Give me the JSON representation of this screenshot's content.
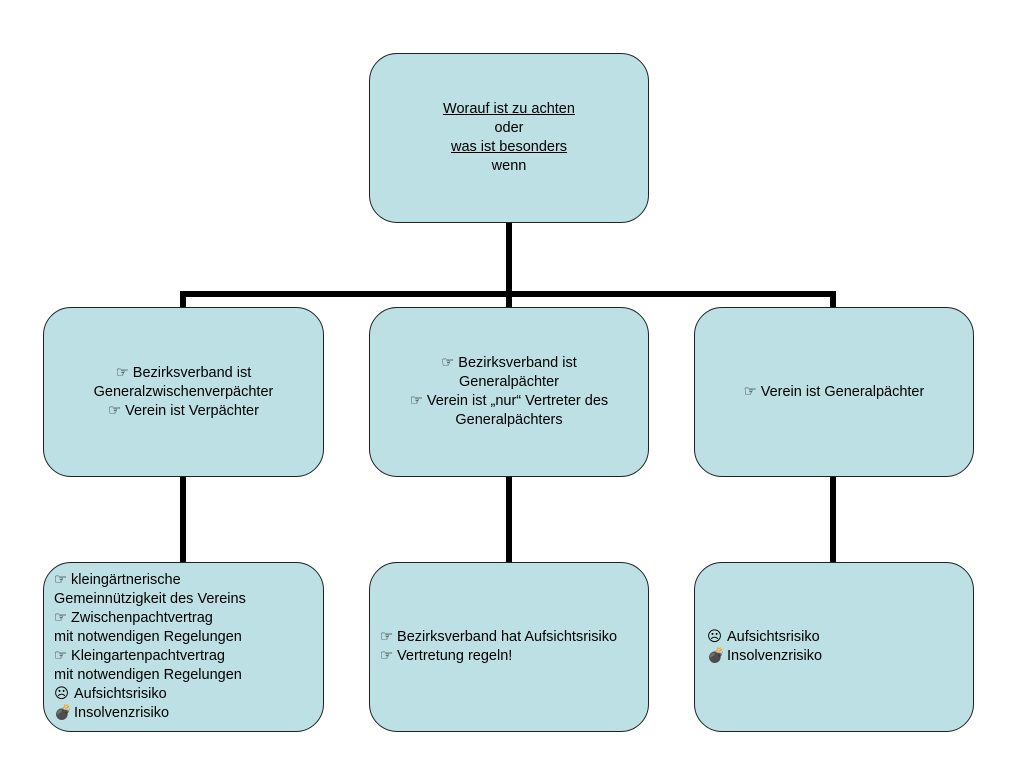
{
  "root": {
    "lines": [
      "Worauf ist zu achten",
      "oder",
      "was ist besonders",
      "wenn"
    ]
  },
  "level1": [
    {
      "lines": [
        {
          "icon": "☞",
          "icon_name": "pointing-hand-icon",
          "text": "Bezirksverband ist"
        },
        {
          "icon": "",
          "icon_name": "",
          "text": "Generalzwischenverpächter"
        },
        {
          "icon": "☞",
          "icon_name": "pointing-hand-icon",
          "text": "Verein ist Verpächter"
        }
      ]
    },
    {
      "lines": [
        {
          "icon": "☞",
          "icon_name": "pointing-hand-icon",
          "text": "Bezirksverband ist"
        },
        {
          "icon": "",
          "icon_name": "",
          "text": "Generalpächter"
        },
        {
          "icon": "☞",
          "icon_name": "pointing-hand-icon",
          "text": "Verein ist „nur“ Vertreter des"
        },
        {
          "icon": "",
          "icon_name": "",
          "text": "Generalpächters"
        }
      ]
    },
    {
      "lines": [
        {
          "icon": "☞",
          "icon_name": "pointing-hand-icon",
          "text": "Verein ist Generalpächter"
        }
      ]
    }
  ],
  "level2": [
    {
      "lines": [
        {
          "icon": "☞",
          "icon_name": "pointing-hand-icon",
          "text": "kleingärtnerische"
        },
        {
          "icon": "",
          "icon_name": "",
          "text": "Gemeinnützigkeit des Vereins"
        },
        {
          "icon": "☞",
          "icon_name": "pointing-hand-icon",
          "text": "Zwischenpachtvertrag"
        },
        {
          "icon": "",
          "icon_name": "",
          "text": "mit notwendigen Regelungen"
        },
        {
          "icon": "☞",
          "icon_name": "pointing-hand-icon",
          "text": "Kleingartenpachtvertrag"
        },
        {
          "icon": "",
          "icon_name": "",
          "text": "mit notwendigen Regelungen"
        },
        {
          "icon": "☹",
          "icon_name": "sad-face-icon",
          "text": "Aufsichtsrisiko"
        },
        {
          "icon": "💣",
          "icon_name": "bomb-icon",
          "text": "Insolvenzrisiko"
        }
      ]
    },
    {
      "lines": [
        {
          "icon": "☞",
          "icon_name": "pointing-hand-icon",
          "text": "Bezirksverband hat Aufsichtsrisiko"
        },
        {
          "icon": "☞",
          "icon_name": "pointing-hand-icon",
          "text": "Vertretung regeln!"
        }
      ]
    },
    {
      "lines": [
        {
          "icon": "☹",
          "icon_name": "sad-face-icon",
          "text": "Aufsichtsrisiko"
        },
        {
          "icon": "💣",
          "icon_name": "bomb-icon",
          "text": "Insolvenzrisiko"
        }
      ]
    }
  ],
  "colors": {
    "node_fill": "#bde0e4",
    "node_border": "#222222",
    "connector": "#000000"
  }
}
